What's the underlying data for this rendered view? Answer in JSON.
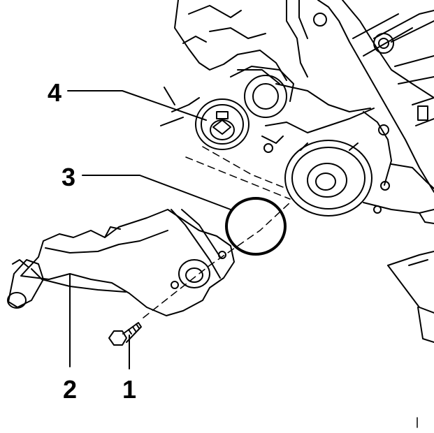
{
  "diagram": {
    "callouts": [
      {
        "id": "4",
        "text": "4"
      },
      {
        "id": "3",
        "text": "3"
      },
      {
        "id": "2",
        "text": "2"
      },
      {
        "id": "1",
        "text": "1"
      }
    ]
  }
}
